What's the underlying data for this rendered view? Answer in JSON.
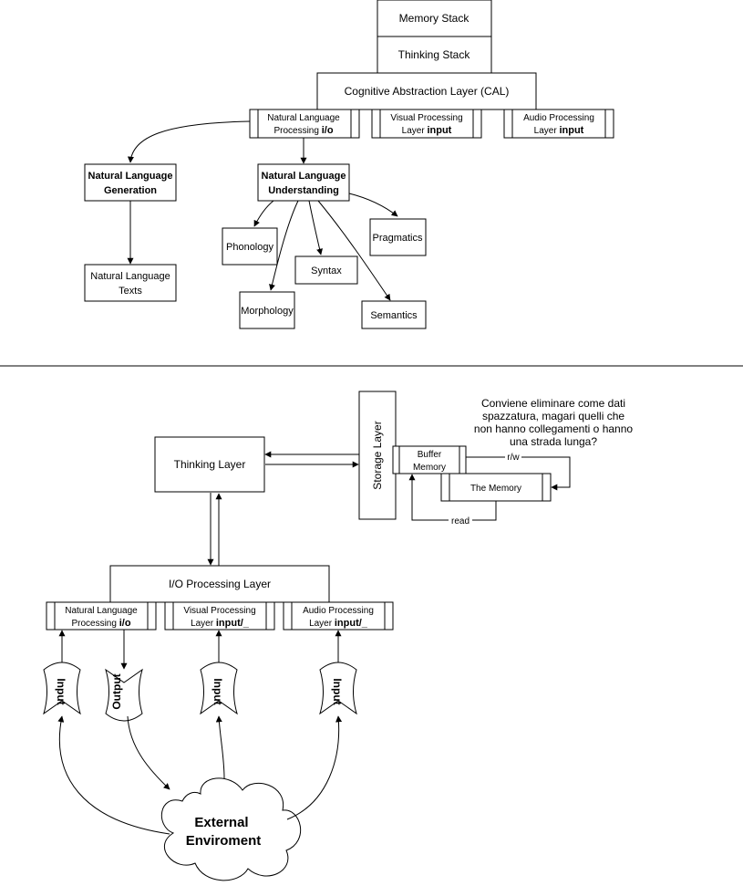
{
  "top": {
    "memory_stack": "Memory Stack",
    "thinking_stack": "Thinking Stack",
    "cal": "Cognitive Abstraction Layer (CAL)",
    "nlp_line1": "Natural Language",
    "nlp_line2_plain": "Processing",
    "nlp_line2_bold": "i/o",
    "vis_line1": "Visual Processing",
    "vis_line2_plain": "Layer",
    "vis_line2_bold": "input",
    "aud_line1": "Audio  Processing",
    "aud_line2_plain": "Layer",
    "aud_line2_bold": "input",
    "nlg_line1": "Natural Language",
    "nlg_line2": "Generation",
    "nlu_line1": "Natural Language",
    "nlu_line2": "Understanding",
    "texts_line1": "Natural Language",
    "texts_line2": "Texts",
    "phonology": "Phonology",
    "morphology": "Morphology",
    "syntax": "Syntax",
    "semantics": "Semantics",
    "pragmatics": "Pragmatics"
  },
  "bottom": {
    "thinking_layer": "Thinking Layer",
    "storage_layer": "Storage Layer",
    "buffer_line1": "Buffer",
    "buffer_line2": "Memory",
    "the_memory": "The Memory",
    "rw_label": "r/w",
    "read_label": "read",
    "note_line1": "Conviene eliminare come dati",
    "note_line2": "spazzatura, magari quelli che",
    "note_line3": "non hanno collegamenti o hanno",
    "note_line4": "una strada lunga?",
    "io_layer": "I/O Processing Layer",
    "nlp_line1": "Natural Language",
    "nlp_line2_plain": "Processing",
    "nlp_line2_bold": "i/o",
    "vis_line1": "Visual Processing",
    "vis_line2_plain": "Layer",
    "vis_line2_bold": "input/_",
    "aud_line1": "Audio  Processing",
    "aud_line2_plain": "Layer",
    "aud_line2_bold": "input/_",
    "input_label": "Input",
    "output_label": "Output",
    "env_line1": "External",
    "env_line2": "Enviroment"
  }
}
